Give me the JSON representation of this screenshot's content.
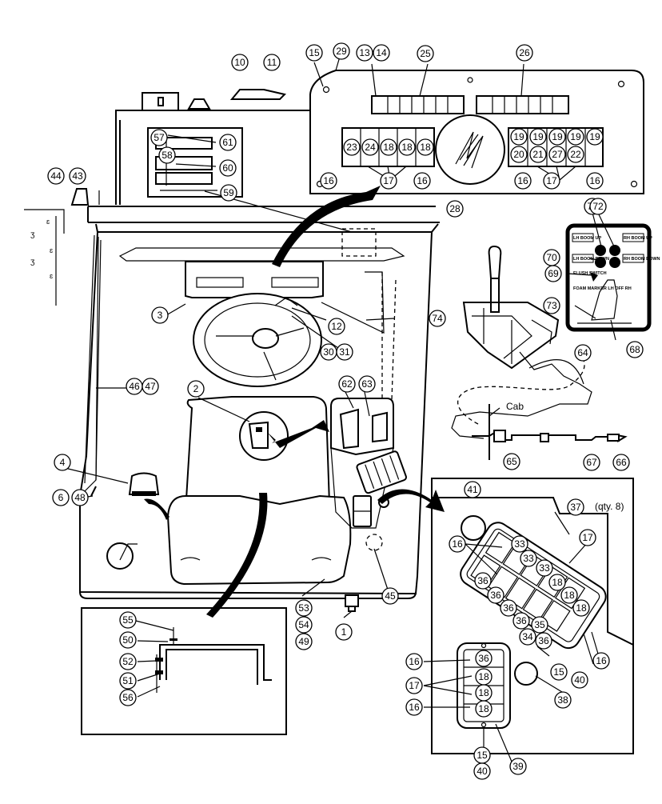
{
  "labels": {
    "cab": "Cab",
    "qty": "(qty. 8)",
    "lh_boom_up": "LH BOOM UP",
    "rh_boom_up": "RH BOOM UP",
    "lh_boom_down": "LH BOOM DOWN",
    "rh_boom_down": "RH BOOM DOWN",
    "flush_switch": "FLUSH SWITCH",
    "foam_marker": "FOAM MARKER LH OFF RH"
  },
  "callouts": [
    "1",
    "2",
    "3",
    "4",
    "6",
    "10",
    "11",
    "12",
    "13",
    "14",
    "15",
    "16",
    "17",
    "18",
    "19",
    "20",
    "21",
    "22",
    "23",
    "24",
    "25",
    "26",
    "27",
    "28",
    "29",
    "30",
    "31",
    "33",
    "34",
    "35",
    "36",
    "37",
    "38",
    "39",
    "40",
    "41",
    "43",
    "44",
    "45",
    "46",
    "47",
    "48",
    "49",
    "50",
    "51",
    "52",
    "53",
    "54",
    "55",
    "56",
    "57",
    "58",
    "59",
    "60",
    "61",
    "62",
    "63",
    "64",
    "65",
    "66",
    "67",
    "68",
    "69",
    "70",
    "71",
    "72",
    "73",
    "74"
  ]
}
